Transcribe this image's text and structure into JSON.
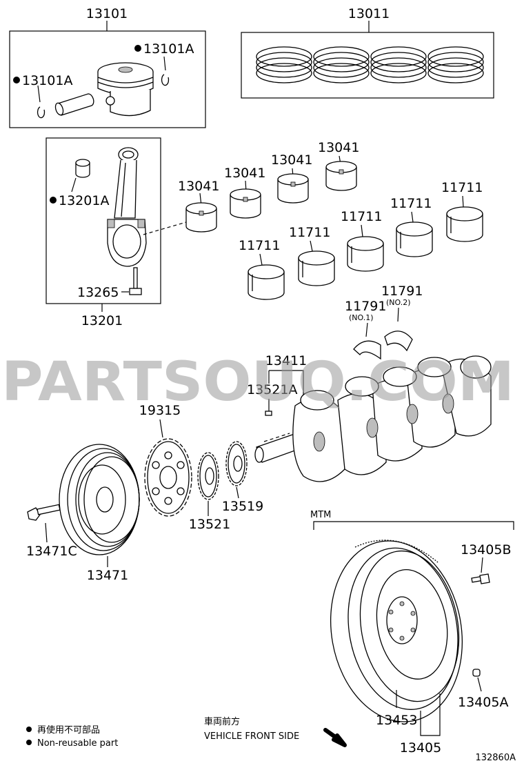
{
  "watermark": "PARTSOUQ.COM",
  "figure_code": "132860A",
  "groups": {
    "piston_group": "13101",
    "ring_set": "13011",
    "conrod_group": "13201",
    "crankshaft": "13411",
    "flywheel": "13405",
    "mtm_label": "MTM"
  },
  "callouts": {
    "p13101A_right": "13101A",
    "p13101A_left": "13101A",
    "p13201A": "13201A",
    "p13265": "13265",
    "p13041_1": "13041",
    "p13041_2": "13041",
    "p13041_3": "13041",
    "p13041_4": "13041",
    "p11711_a": "11711",
    "p11711_b": "11711",
    "p11711_c": "11711",
    "p11711_d": "11711",
    "p11711_e": "11711",
    "p11791_1": "11791",
    "p11791_1_sub": "(NO.1)",
    "p11791_2": "11791",
    "p11791_2_sub": "(NO.2)",
    "p13521A": "13521A",
    "p19315": "19315",
    "p13521": "13521",
    "p13519": "13519",
    "p13471C": "13471C",
    "p13471": "13471",
    "p13405B": "13405B",
    "p13405A": "13405A",
    "p13453": "13453"
  },
  "legend": {
    "jp": "再使用不可部品",
    "en": "Non-reusable part"
  },
  "direction": {
    "jp": "車両前方",
    "en": "VEHICLE FRONT SIDE"
  }
}
